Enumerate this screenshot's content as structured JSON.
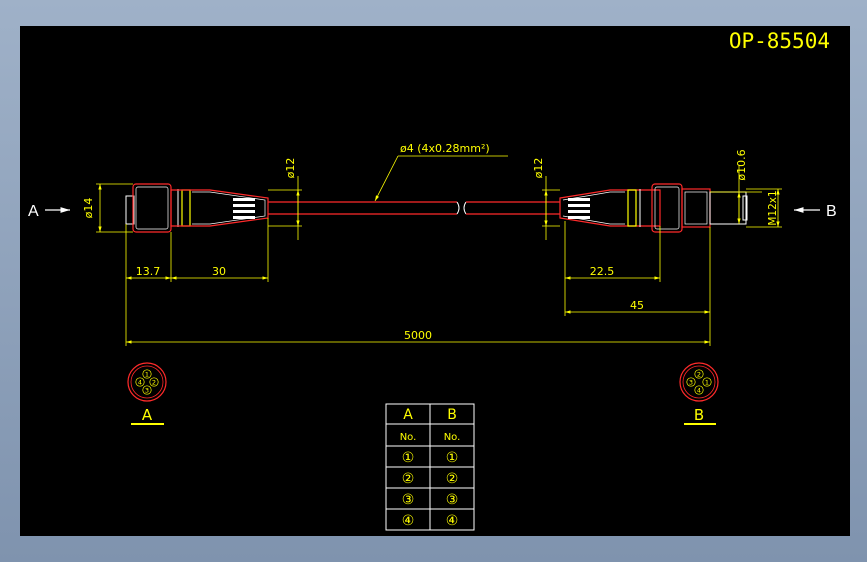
{
  "drawing": {
    "part_number": "OP-85504",
    "cable_spec": "ø4 (4x0.28mm²)",
    "end_a_label": "A",
    "end_b_label": "B",
    "dims": {
      "dia_a": "ø14",
      "dia_a_body": "ø12",
      "dia_b_body": "ø12",
      "dia_b_nut": "ø10.6",
      "thread_b": "M12x1",
      "len_a_nose": "13.7",
      "len_a_body": "30",
      "len_b_body": "22.5",
      "len_b_total": "45",
      "len_total": "5000"
    },
    "pin_view_a": {
      "label": "A",
      "pins": [
        "1",
        "2",
        "3",
        "4"
      ]
    },
    "pin_view_b": {
      "label": "B",
      "pins": [
        "1",
        "2",
        "3",
        "4"
      ]
    }
  },
  "pin_table": {
    "headers": [
      "A",
      "B"
    ],
    "subheaders": [
      "No.",
      "No."
    ],
    "rows": [
      [
        "①",
        "①"
      ],
      [
        "②",
        "②"
      ],
      [
        "③",
        "③"
      ],
      [
        "④",
        "④"
      ]
    ]
  },
  "colors": {
    "background": "#000000",
    "dimension": "#ffff00",
    "outline_white": "#ffffff",
    "outline_red": "#ff2a2a",
    "frame": "#8fa3bd"
  }
}
